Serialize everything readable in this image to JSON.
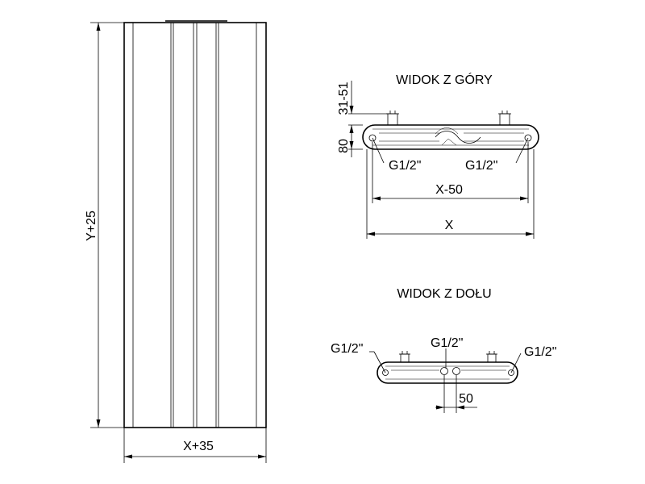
{
  "front_view": {
    "height_label": "Y+25",
    "width_label": "X+35"
  },
  "top_view": {
    "title": "WIDOK Z GÓRY",
    "offset_label": "31-51",
    "depth_label": "80",
    "connection_left": "G1/2\"",
    "connection_right": "G1/2\"",
    "inner_width_label": "X-50",
    "width_label": "X"
  },
  "bottom_view": {
    "title": "WIDOK Z DOŁU",
    "connection_left": "G1/2\"",
    "connection_middle": "G1/2\"",
    "connection_right": "G1/2\"",
    "spacing_label": "50"
  }
}
